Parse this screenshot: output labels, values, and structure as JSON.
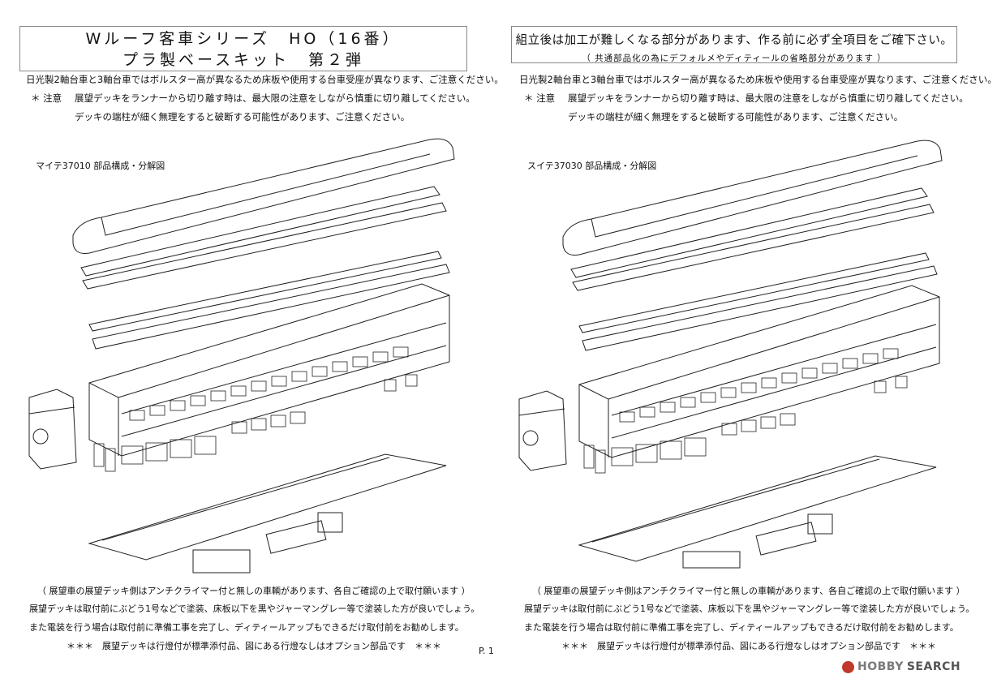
{
  "left": {
    "title_line1": "Wルーフ客車シリーズ　HO（16番）",
    "title_line2": "プラ製ベースキット　第２弾",
    "note_bolster": "日光製2軸台車と3軸台車ではボルスター高が異なるため床板や使用する台車受座が異なります、ご注意ください。",
    "note_caution_label": "＊ 注意",
    "note_caution_text": "展望デッキをランナーから切り離す時は、最大限の注意をしながら慎重に切り離してください。",
    "note_fragile": "デッキの端柱が細く無理をすると破断する可能性があります、ご注意ください。",
    "diagram_caption": "マイテ37010 部品構成・分解図",
    "bottom_note1": "（ 展望車の展望デッキ側はアンチクライマー付と無しの車輌があります、各自ご確認の上で取付願います ）",
    "bottom_note2": "展望デッキは取付前にぶどう1号などで塗装、床板以下を黒やジャーマングレー等で塗装した方が良いでしょう。",
    "bottom_note3": "また電装を行う場合は取付前に準備工事を完了し、ディティールアップもできるだけ取付前をお勧めします。",
    "bottom_note4": "＊＊＊　展望デッキは行燈付が標準添付品、図にある行燈なしはオプション部品です　＊＊＊"
  },
  "right": {
    "warning_main": "組立後は加工が難しくなる部分があります、作る前に必ず全項目をご確下さい。",
    "warning_sub": "（ 共通部品化の為にデフォルメやディティールの省略部分があります ）",
    "note_bolster": "日光製2軸台車と3軸台車ではボルスター高が異なるため床板や使用する台車受座が異なります、ご注意ください。",
    "note_caution_label": "＊ 注意",
    "note_caution_text": "展望デッキをランナーから切り離す時は、最大限の注意をしながら慎重に切り離してください。",
    "note_fragile": "デッキの端柱が細く無理をすると破断する可能性があります、ご注意ください。",
    "diagram_caption": "スイテ37030 部品構成・分解図",
    "bottom_note1": "（ 展望車の展望デッキ側はアンチクライマー付と無しの車輌があります、各自ご確認の上で取付願います ）",
    "bottom_note2": "展望デッキは取付前にぶどう1号などで塗装、床板以下を黒やジャーマングレー等で塗装した方が良いでしょう。",
    "bottom_note3": "また電装を行う場合は取付前に準備工事を完了し、ディティールアップもできるだけ取付前をお勧めします。",
    "bottom_note4": "＊＊＊　展望デッキは行燈付が標準添付品、図にある行燈なしはオプション部品です　＊＊＊"
  },
  "page_number": "P. 1",
  "watermark": {
    "brand": "HOBBY",
    "suffix": "SEARCH",
    "logo_color": "#c0392b"
  }
}
